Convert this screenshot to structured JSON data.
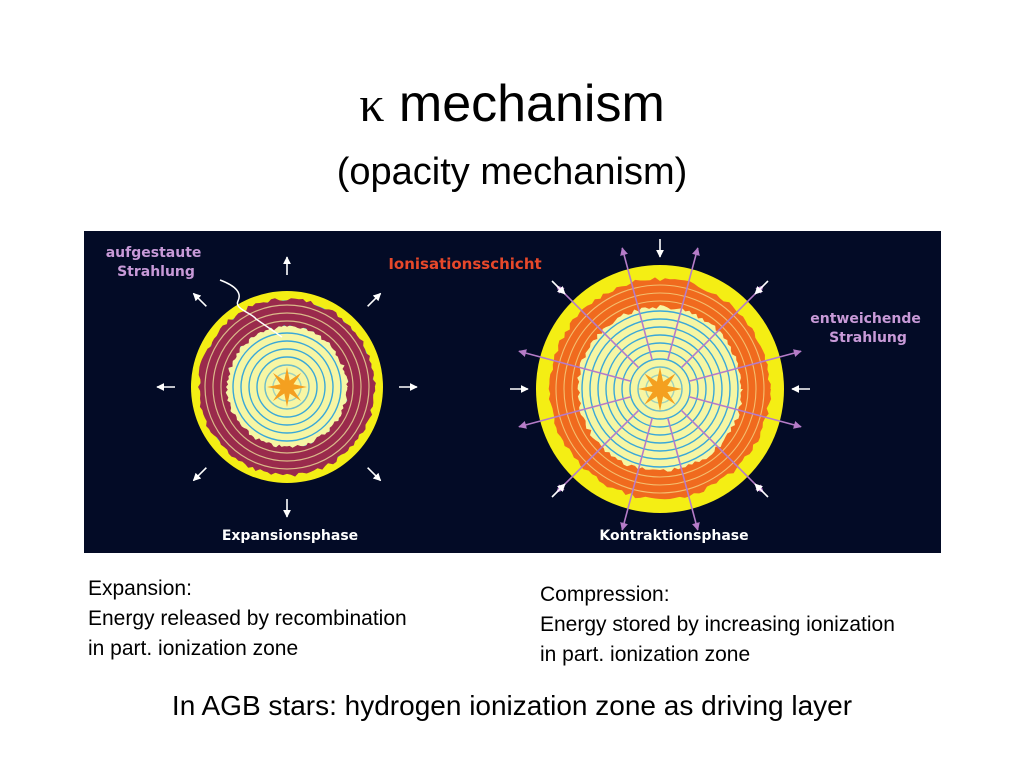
{
  "slide": {
    "title_symbol": "κ",
    "title_text": "mechanism",
    "subtitle": "(opacity mechanism)",
    "footer": "In AGB stars: hydrogen ionization zone as driving layer"
  },
  "figure": {
    "label_trapped": [
      "aufgestaute",
      "Strahlung"
    ],
    "label_ionization": "Ionisationsschicht",
    "label_escaping": [
      "entweichende",
      "Strahlung"
    ],
    "label_expansion": "Expansionsphase",
    "label_contraction": "Kontraktionsphase",
    "colors": {
      "background": "#030b26",
      "outer_shell": "#f4ee14",
      "interior": "#f6f6a4",
      "rings": "#3aa8d8",
      "ionization_expansion": "#9a2a4c",
      "ionization_contraction": "#f06a1e",
      "core": "#f4a020",
      "label_trapped": "#c89ad8",
      "label_ionization": "#e8482a",
      "label_escaping": "#c89ad8",
      "arrows_in_out": "#ffffff",
      "arrows_escaping": "#b57cc8"
    }
  },
  "captions": {
    "left": [
      "Expansion:",
      "Energy released by recombination",
      "in part. ionization zone"
    ],
    "right": [
      "Compression:",
      "Energy stored by increasing ionization",
      "in part. ionization zone"
    ]
  }
}
